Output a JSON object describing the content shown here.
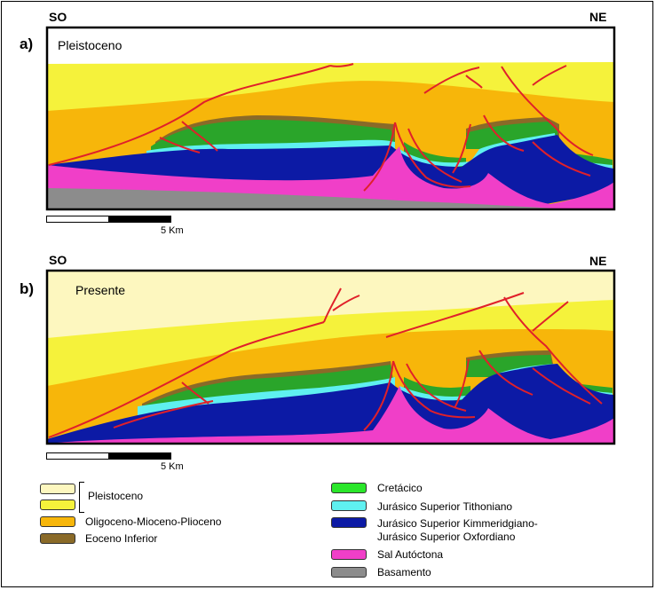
{
  "panel_a": {
    "label": "a)",
    "west": "SO",
    "east": "NE",
    "stage": "Pleistoceno",
    "scale": "5 Km"
  },
  "panel_b": {
    "label": "b)",
    "west": "SO",
    "east": "NE",
    "stage": "Presente",
    "scale": "5 Km"
  },
  "legend": {
    "pleistoceno": "Pleistoceno",
    "oligoceno": "Oligoceno-Mioceno-Plioceno",
    "eoceno": "Eoceno Inferior",
    "cretacico": "Cretácico",
    "tithoniano": "Jurásico Superior Tithoniano",
    "kimmeridgiano_1": "Jurásico Superior Kimmeridgiano-",
    "kimmeridgiano_2": "Jurásico Superior Oxfordiano",
    "sal": "Sal Autóctona",
    "basamento": "Basamento"
  },
  "colors": {
    "pleistoceno_light": "#fdf7bf",
    "pleistoceno": "#f5f23b",
    "oligoceno": "#f7b60a",
    "eoceno": "#8a6a28",
    "cretacico": "#2aa52a",
    "tithoniano": "#5ff0f0",
    "kimmeridgiano": "#0c1aa5",
    "sal": "#f03fc8",
    "basamento": "#8c8c8c",
    "fault": "#e0202a"
  }
}
